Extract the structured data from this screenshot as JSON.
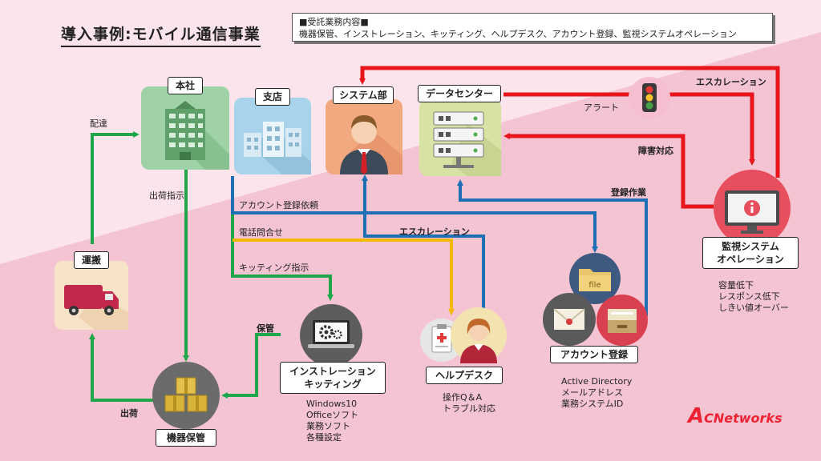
{
  "title": "導入事例:モバイル通信事業",
  "service_box": {
    "heading": "■受託業務内容■",
    "content": "機器保管、インストレーション、キッティング、ヘルプデスク、アカウント登録、監視システムオペレーション"
  },
  "nodes": {
    "honsha": "本社",
    "shiten": "支店",
    "system_bu": "システム部",
    "data_center": "データセンター",
    "unpan": "運搬",
    "kiki_hokan": "機器保管",
    "installation": "インストレーション\nキッティング",
    "helpdesk": "ヘルプデスク",
    "account": "アカウント登録",
    "monitoring": "監視システム\nオペレーション"
  },
  "flows": {
    "haitatsu": "配達",
    "shukka_shiji": "出荷指示",
    "account_irai": "アカウント登録依頼",
    "denwa": "電話問合せ",
    "kitting_shiji": "キッティング指示",
    "escalation_blue": "エスカレーション",
    "touroku_sagyou": "登録作業",
    "escalation_red": "エスカレーション",
    "alert": "アラート",
    "shougai": "障害対応",
    "hokan": "保管",
    "shukka": "出荷"
  },
  "lists": {
    "installation": [
      "Windows10",
      "Officeソフト",
      "業務ソフト",
      "各種設定"
    ],
    "helpdesk": [
      "操作Q＆A",
      "トラブル対応"
    ],
    "account": [
      "Active Directory",
      "メールアドレス",
      "業務システムID"
    ],
    "monitoring": [
      "容量低下",
      "レスポンス低下",
      "しきい値オーバー"
    ]
  },
  "icons": {
    "building": "office-building-icon",
    "city": "branch-buildings-icon",
    "person": "businessman-icon",
    "server": "server-rack-icon",
    "truck": "delivery-truck-icon",
    "boxes": "stacked-boxes-icon",
    "gears": "laptop-gears-icon",
    "operator": "helpdesk-operator-icon",
    "clipboard": "medical-clipboard-icon",
    "folder": "file-folder-icon",
    "mail": "envelope-icon",
    "drawer": "file-drawer-icon",
    "monitor": "monitor-info-icon",
    "traffic": "traffic-light-icon"
  },
  "colors": {
    "green": "#1fa64a",
    "blue": "#1f6fb5",
    "yellow": "#f5b800",
    "red": "#e8151b"
  },
  "logo": {
    "mark": "A",
    "text": "CNetworks"
  }
}
